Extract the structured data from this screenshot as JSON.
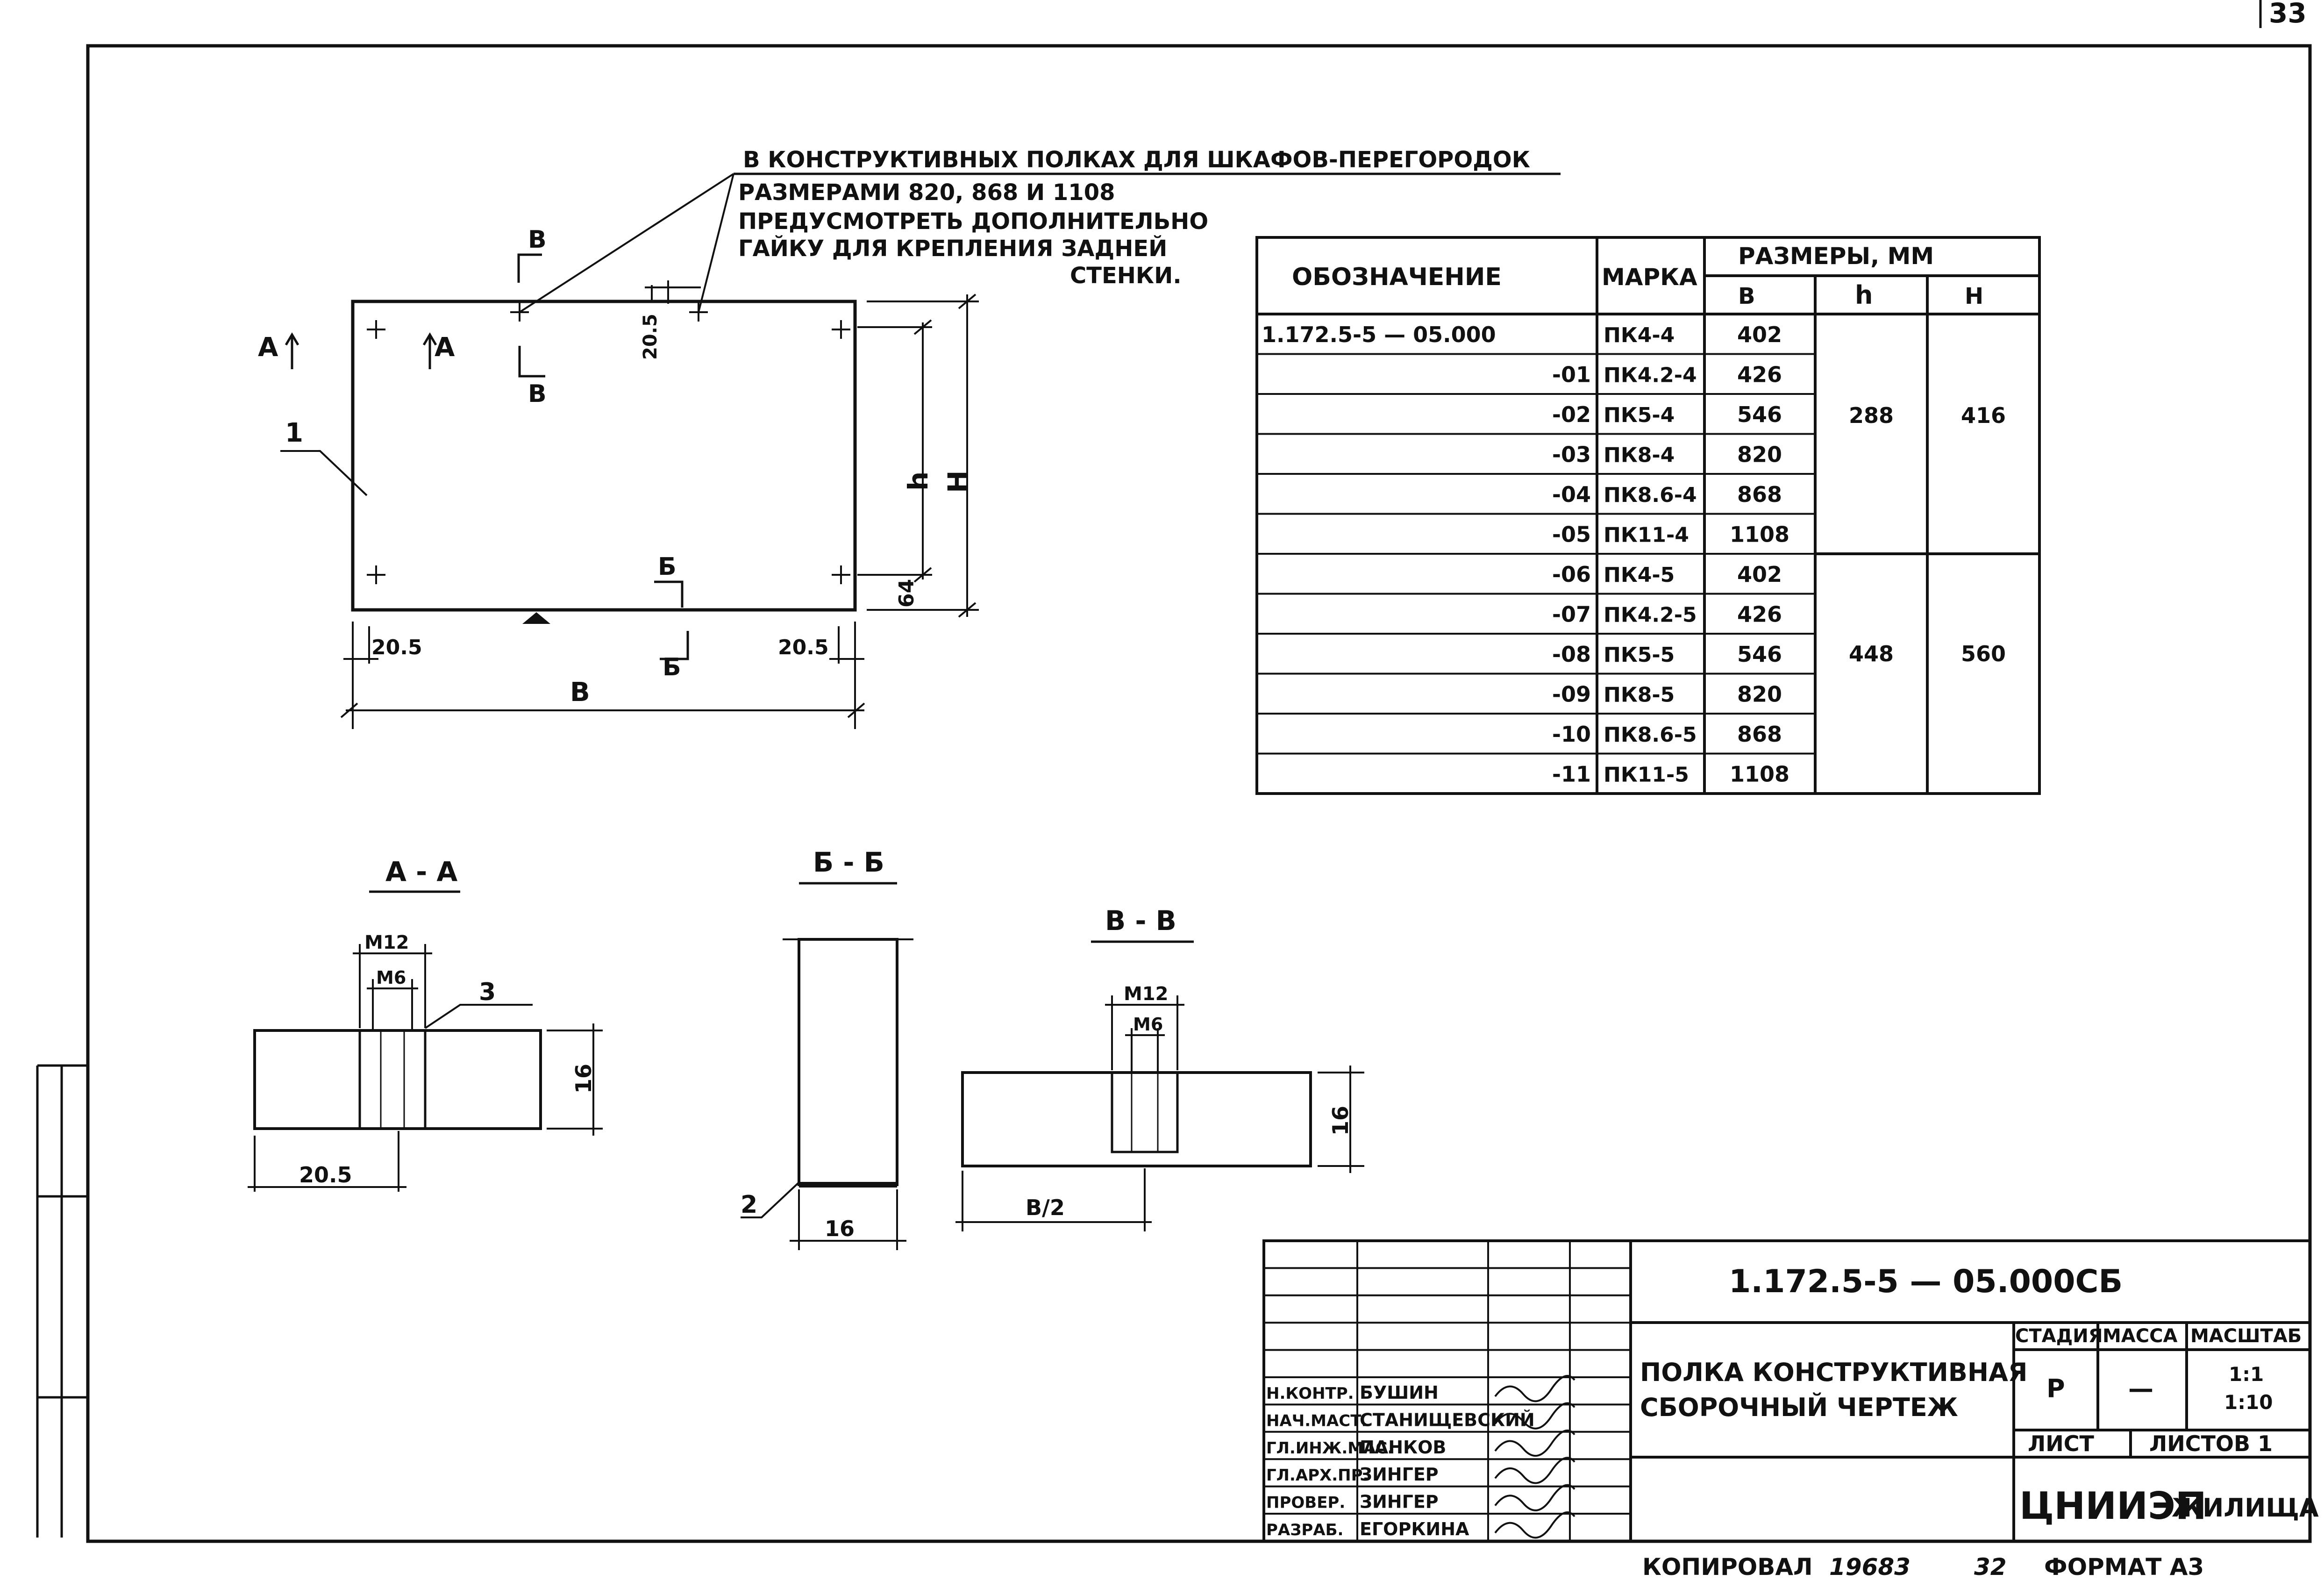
{
  "sheet_number": "33",
  "note": {
    "line1": "В КОНСТРУКТИВНЫХ ПОЛКАХ ДЛЯ ШКАФОВ-ПЕРЕГОРОДОК",
    "line2": "РАЗМЕРАМИ 820, 868 И 1108",
    "line3": "ПРЕДУСМОТРЕТЬ ДОПОЛНИТЕЛЬНО",
    "line4": "ГАЙКУ ДЛЯ КРЕПЛЕНИЯ ЗАДНЕЙ",
    "line5": "СТЕНКИ."
  },
  "plan": {
    "cut_a": "А",
    "cut_b": "Б",
    "cut_v": "В",
    "pos_1": "1",
    "dim_edge": "20.5",
    "dim_top": "20.5",
    "dim_bottom": "64",
    "dim_b": "B",
    "dim_h": "h",
    "dim_H": "H"
  },
  "table": {
    "col_designation": "ОБОЗНАЧЕНИЕ",
    "col_mark": "МАРКА",
    "col_sizes": "РАЗМЕРЫ, ММ",
    "col_b": "B",
    "col_h": "h",
    "col_H": "H",
    "rows": [
      {
        "designation": "1.172.5-5 — 05.000",
        "mark": "ПК4-4",
        "b": "402"
      },
      {
        "designation": "-01",
        "mark": "ПК4.2-4",
        "b": "426"
      },
      {
        "designation": "-02",
        "mark": "ПК5-4",
        "b": "546"
      },
      {
        "designation": "-03",
        "mark": "ПК8-4",
        "b": "820"
      },
      {
        "designation": "-04",
        "mark": "ПК8.6-4",
        "b": "868"
      },
      {
        "designation": "-05",
        "mark": "ПК11-4",
        "b": "1108"
      },
      {
        "designation": "-06",
        "mark": "ПК4-5",
        "b": "402"
      },
      {
        "designation": "-07",
        "mark": "ПК4.2-5",
        "b": "426"
      },
      {
        "designation": "-08",
        "mark": "ПК5-5",
        "b": "546"
      },
      {
        "designation": "-09",
        "mark": "ПК8-5",
        "b": "820"
      },
      {
        "designation": "-10",
        "mark": "ПК8.6-5",
        "b": "868"
      },
      {
        "designation": "-11",
        "mark": "ПК11-5",
        "b": "1108"
      }
    ],
    "groups": [
      {
        "h": "288",
        "H": "416"
      },
      {
        "h": "448",
        "H": "560"
      }
    ]
  },
  "sections": {
    "aa": {
      "title": "А - А",
      "m12": "M12",
      "m6": "M6",
      "pos": "3",
      "dim_thickness": "16",
      "dim_offset": "20.5"
    },
    "bb": {
      "title": "Б - Б",
      "pos": "2",
      "dim_thickness": "16"
    },
    "vv": {
      "title": "В - В",
      "m12": "M12",
      "m6": "M6",
      "dim_thickness": "16",
      "dim_half": "B/2"
    }
  },
  "title_block": {
    "code": "1.172.5-5 — 05.000СБ",
    "name_line1": "ПОЛКА КОНСТРУКТИВНАЯ",
    "name_line2": "СБОРОЧНЫЙ ЧЕРТЕЖ",
    "stage_label": "СТАДИЯ",
    "mass_label": "МАССА",
    "scale_label": "МАСШТАБ",
    "stage": "Р",
    "mass": "—",
    "scale1": "1:1",
    "scale2": "1:10",
    "sheet_label": "ЛИСТ",
    "sheets_label": "ЛИСТОВ 1",
    "org_main": "ЦНИИЭП",
    "org_sub": "ЖИЛИЩА",
    "people": [
      {
        "role": "Н.КОНТР.",
        "name": "БУШИН"
      },
      {
        "role": "НАЧ.МАСТ.",
        "name": "СТАНИЩЕВСКИЙ"
      },
      {
        "role": "ГЛ.ИНЖ.МАС.",
        "name": "ПАНКОВ"
      },
      {
        "role": "ГЛ.АРХ.ПР.",
        "name": "ЗИНГЕР"
      },
      {
        "role": "ПРОВЕР.",
        "name": "ЗИНГЕР"
      },
      {
        "role": "РАЗРАБ.",
        "name": "ЕГОРКИНА"
      }
    ]
  },
  "footer": {
    "copied": "КОПИРОВАЛ",
    "copy_num": "19683",
    "copy_sheet": "32",
    "format": "ФОРМАТ А3"
  }
}
